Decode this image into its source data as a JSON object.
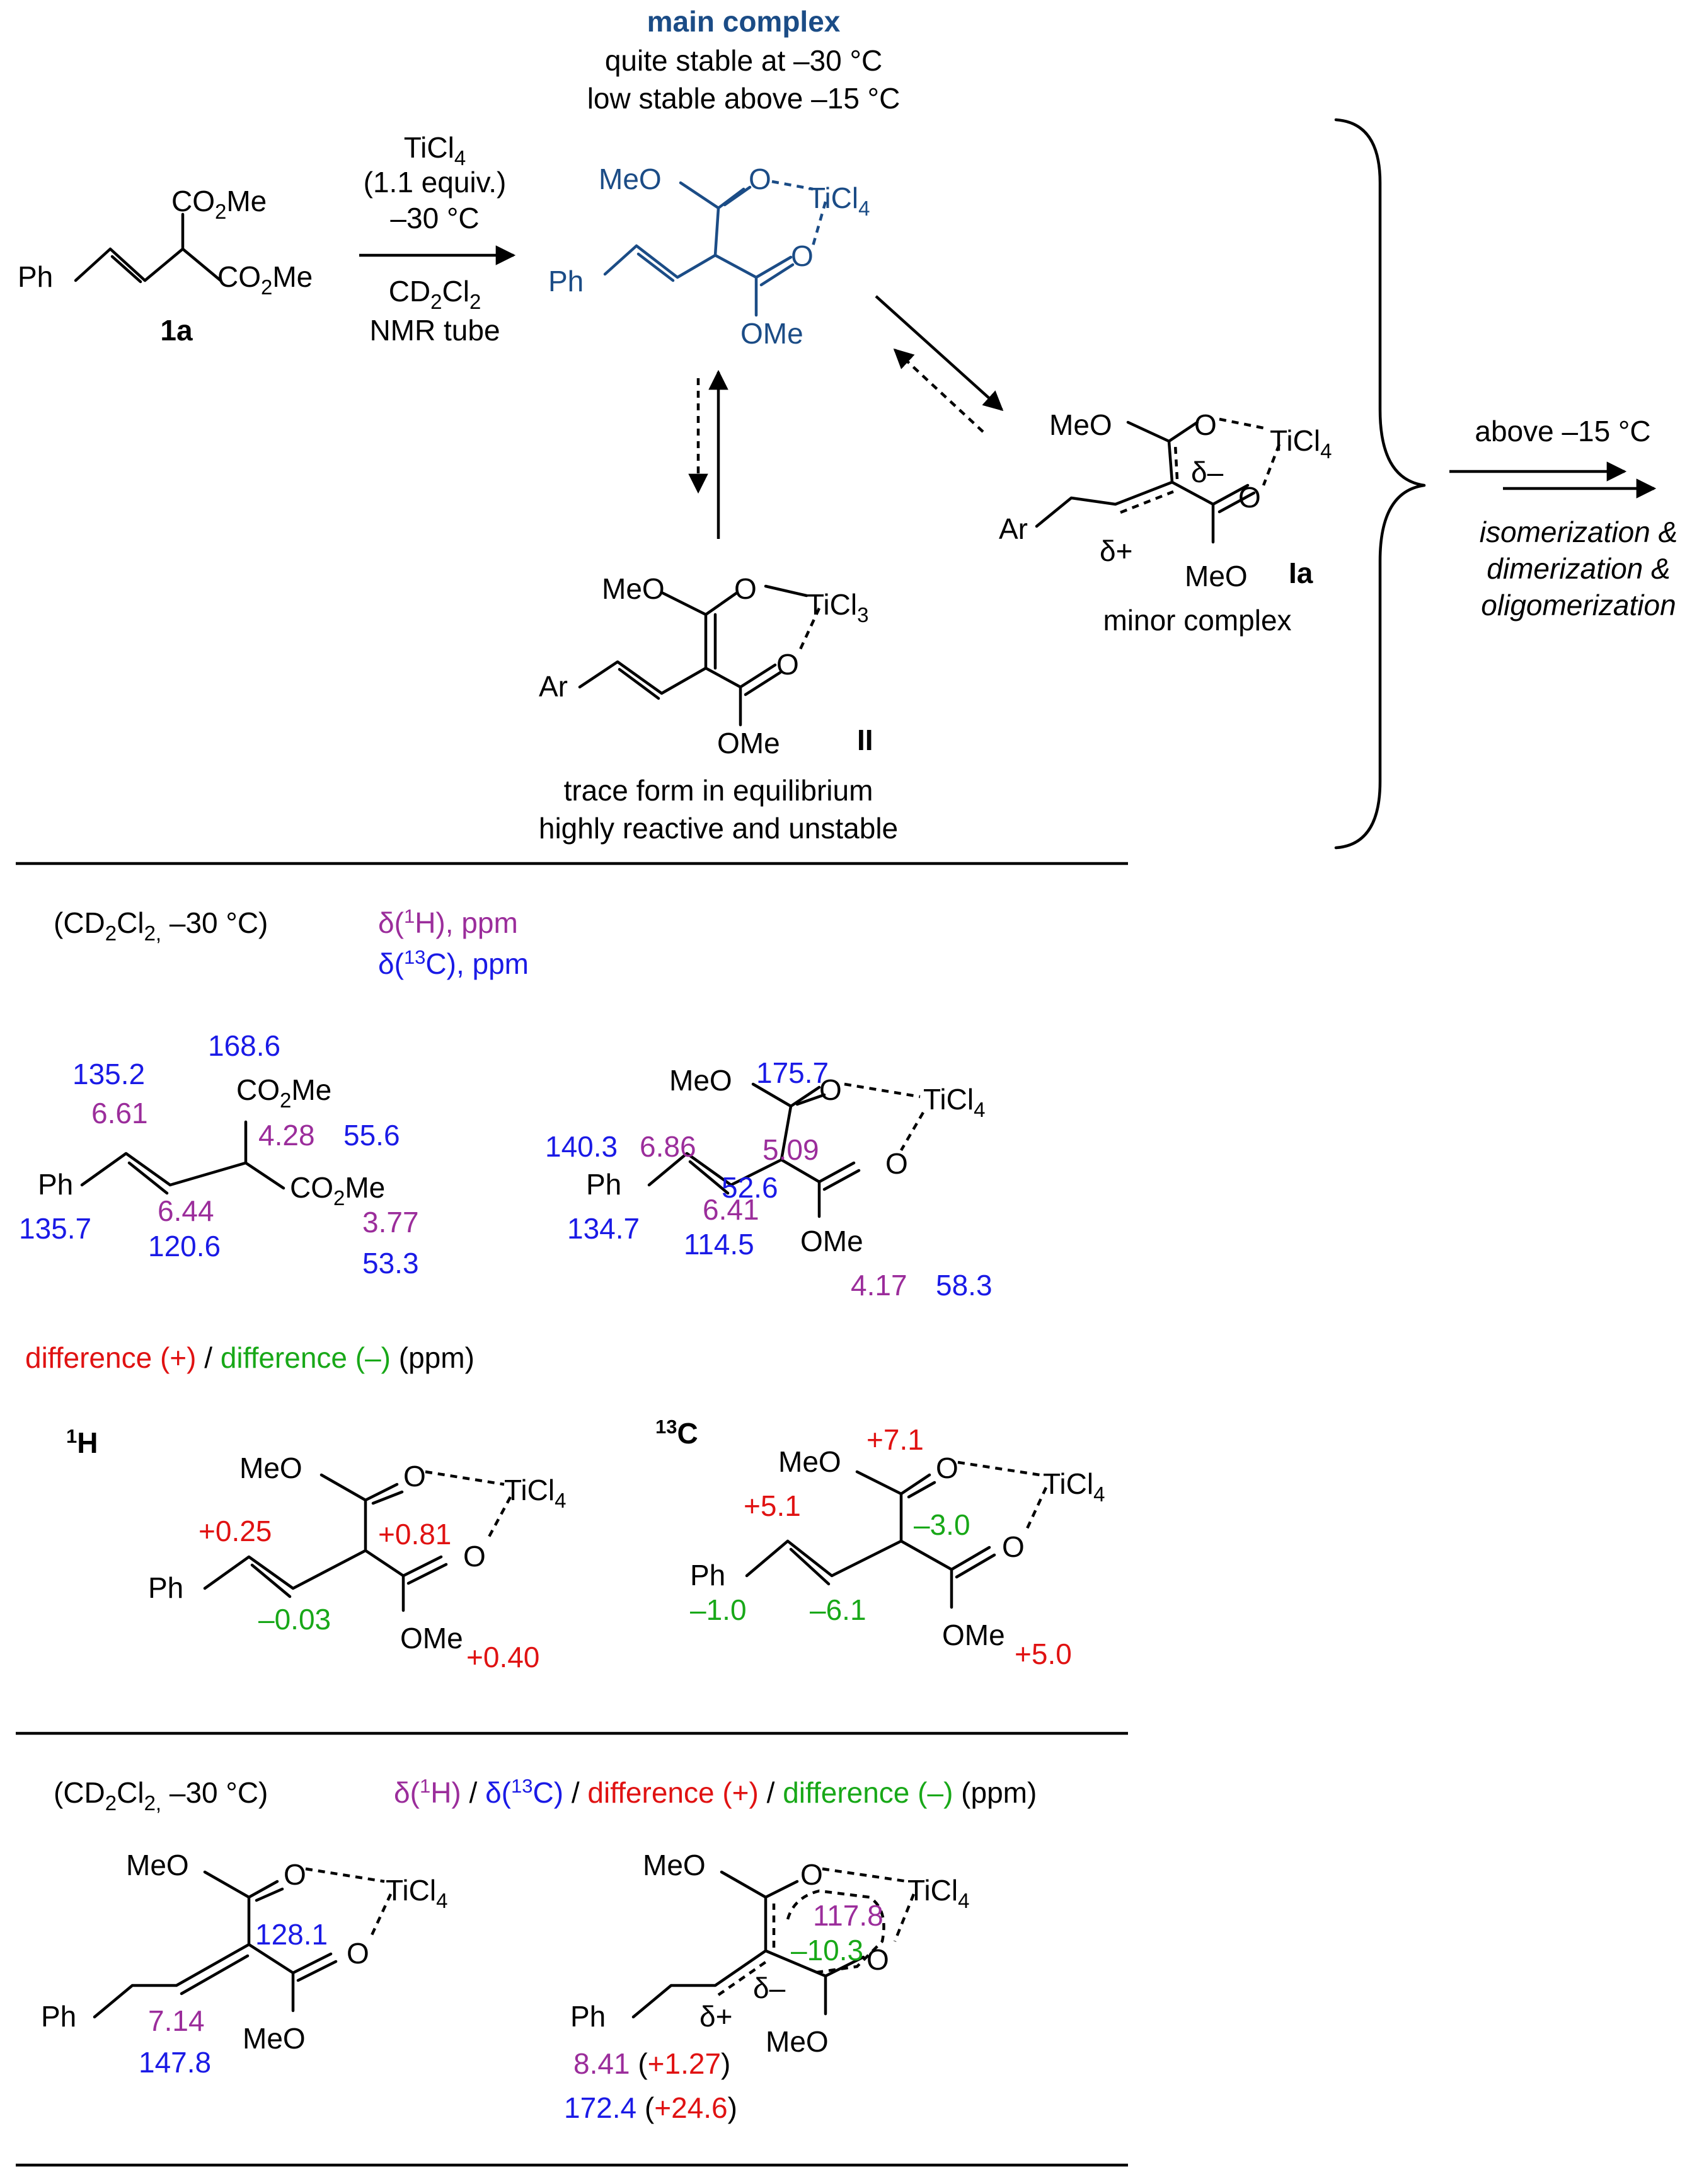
{
  "colors": {
    "main_complex": "#1b4c86",
    "proton_shift": "#9b2d9b",
    "carbon_shift": "#1a1ae6",
    "positive_difference": "#e01212",
    "negative_difference": "#18a818"
  },
  "scheme": {
    "main_complex_title": "main complex",
    "main_complex_note1": "quite stable at –30 °C",
    "main_complex_note2": "low stable above –15 °C",
    "compound_1a": "1a",
    "reagent": "TiCl",
    "reagent_sub": "4",
    "equiv": "(1.1 equiv.)",
    "temperature": "–30 °C",
    "solvent": "CD",
    "solvent_sub1": "2",
    "solvent_cl": "Cl",
    "solvent_sub2": "2",
    "vessel": "NMR tube",
    "trace_note1": "trace form in equilibrium",
    "trace_note2": "highly reactive and unstable",
    "label_II": "II",
    "label_Ia": "Ia",
    "minor_complex": "minor complex",
    "delta_minus": "δ–",
    "delta_plus": "δ+",
    "above_temp": "above –15 °C",
    "outcome1": "isomerization &",
    "outcome2": "dimerization &",
    "outcome3": "oligomerization"
  },
  "atoms": {
    "Ph": "Ph",
    "Ar": "Ar",
    "MeO": "MeO",
    "OMe": "OMe",
    "O": "O",
    "CO": "CO",
    "two": "2",
    "Me": "Me",
    "TiCl": "TiCl",
    "four": "4",
    "three": "3"
  },
  "nmr": {
    "conditions": "(CD",
    "conditions_sub1": "2",
    "conditions_cl": "Cl",
    "conditions_sub2": "2,",
    "conditions_temp": " –30 °C)",
    "legend_h": "δ(",
    "legend_h_sup": "1",
    "legend_h_end": "H), ppm",
    "legend_c": "δ(",
    "legend_c_sup": "13",
    "legend_c_end": "C), ppm",
    "free_ester": {
      "c_co": "168.6",
      "c_alkene_beta": "135.2",
      "h_alkene_beta": "6.61",
      "h_ch": "4.28",
      "c_ch": "55.6",
      "h_alkene_alpha": "6.44",
      "c_ph_ipso": "135.7",
      "c_alkene_alpha": "120.6",
      "h_ome": "3.77",
      "c_ome": "53.3"
    },
    "complex": {
      "c_co": "175.7",
      "c_alkene_beta": "140.3",
      "h_alkene_beta": "6.86",
      "h_ch": "5.09",
      "c_ch": "52.6",
      "h_alkene_alpha": "6.41",
      "c_ph_ipso": "134.7",
      "c_alkene_alpha": "114.5",
      "h_ome": "4.17",
      "c_ome": "58.3"
    },
    "difference_pos": "difference (+)",
    "slash": " / ",
    "difference_neg": "difference (–)",
    "ppm": " (ppm)",
    "h_label": "H",
    "h_label_sup": "1",
    "c_label": "C",
    "c_label_sup": "13",
    "h_diff": {
      "alkene_beta": "+0.25",
      "ch": "+0.81",
      "alkene_alpha": "–0.03",
      "ome": "+0.40"
    },
    "c_diff": {
      "co": "+7.1",
      "alkene_beta": "+5.1",
      "ch": "–3.0",
      "alkene_alpha": "–6.1",
      "ipso": "–1.0",
      "ome": "+5.0"
    }
  },
  "isomer": {
    "conditions": "(CD",
    "conditions_sub1": "2",
    "conditions_cl": "Cl",
    "conditions_sub2": "2,",
    "conditions_temp": " –30 °C)",
    "legend_h": "δ(",
    "legend_h_sup": "1",
    "legend_h_end": "H)",
    "legend_c": "δ(",
    "legend_c_sup": "13",
    "legend_c_end": "C)",
    "sep": " / ",
    "legend_pos": "difference (+)",
    "legend_neg": "difference (–)",
    "legend_ppm": " (ppm)",
    "neutral": {
      "c_center": "128.1",
      "h_vinyl": "7.14",
      "c_vinyl": "147.8"
    },
    "polarized": {
      "h_center": "117.8",
      "diff_center": "–10.3",
      "h_vinyl": "8.41",
      "h_vinyl_diff": "+1.27",
      "c_vinyl": "172.4",
      "c_vinyl_diff": "+24.6",
      "open_paren": "(",
      "close_paren": ")"
    }
  }
}
